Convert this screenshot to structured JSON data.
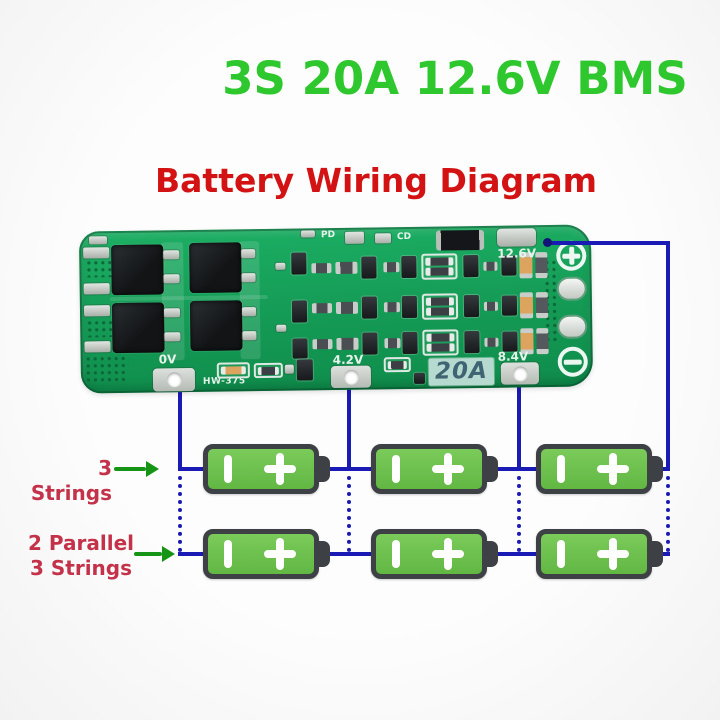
{
  "title": {
    "text": "3S 20A 12.6V BMS"
  },
  "subtitle": {
    "text": "Battery Wiring Diagram"
  },
  "board": {
    "silkscreen": {
      "pd": "PD",
      "cd": "CD",
      "zero_volt": "0V",
      "model": "HW-375",
      "cell1_tap": "4.2V",
      "cell2_tap": "8.4V",
      "pack_voltage": "12.6V",
      "current_rating": "20A"
    }
  },
  "labels": {
    "series": "3 Strings",
    "parallel_line1": "2 Parallel",
    "parallel_line2": "3 Strings"
  },
  "battery_bank": {
    "rows": 2,
    "batteries_per_row": 3
  },
  "icons": {
    "battery_plus": "+",
    "battery_minus": "|",
    "board_positive_pad": "circled-plus",
    "board_negative_pad": "circled-minus"
  },
  "colors": {
    "title_green": "#2ec82e",
    "subtitle_red": "#d31313",
    "label_red": "#c4324a",
    "arrow_green": "#169416",
    "wire_blue": "#1a1ab5",
    "battery_green": "#67bd49",
    "pcb_green": "#149a55"
  }
}
